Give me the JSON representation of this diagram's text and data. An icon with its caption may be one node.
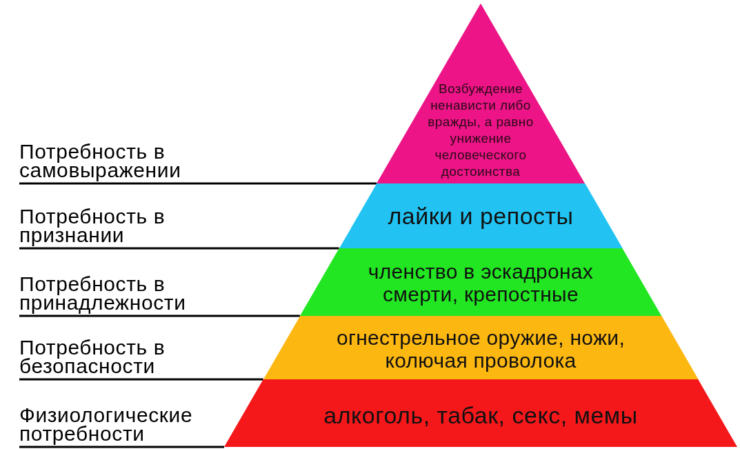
{
  "diagram": {
    "nodes": [
      {
        "text": [
          "Возбуждение ненависти либо вражды, а равно унижение человеческого достоинства"
        ]
      },
      {
        "text": [
          "Потребность в самовыражении"
        ]
      },
      {
        "text": [
          "лайки и репосты"
        ]
      },
      {
        "text": [
          "Потребность в признании"
        ]
      },
      {
        "text": [
          "членство в эскадронах смерти, крепостные"
        ]
      },
      {
        "text": [
          "Потребность в принадлежности"
        ]
      },
      {
        "text": [
          "огнестрельное оружие, ножи, колючая проволока"
        ]
      },
      {
        "text": [
          "Потребность в безопасности"
        ]
      },
      {
        "text": [
          "алкоголь, табак, секс, мемы"
        ]
      },
      {
        "text": [
          "Физиологические потребности"
        ]
      }
    ],
    "edges": [
      {
        "from": 1,
        "to": 0,
        "arrow": "none"
      },
      {
        "from": 3,
        "to": 2,
        "arrow": "none"
      },
      {
        "from": 5,
        "to": 4,
        "arrow": "none"
      },
      {
        "from": 7,
        "to": 6,
        "arrow": "none"
      },
      {
        "from": 9,
        "to": 8,
        "arrow": "none"
      }
    ]
  }
}
